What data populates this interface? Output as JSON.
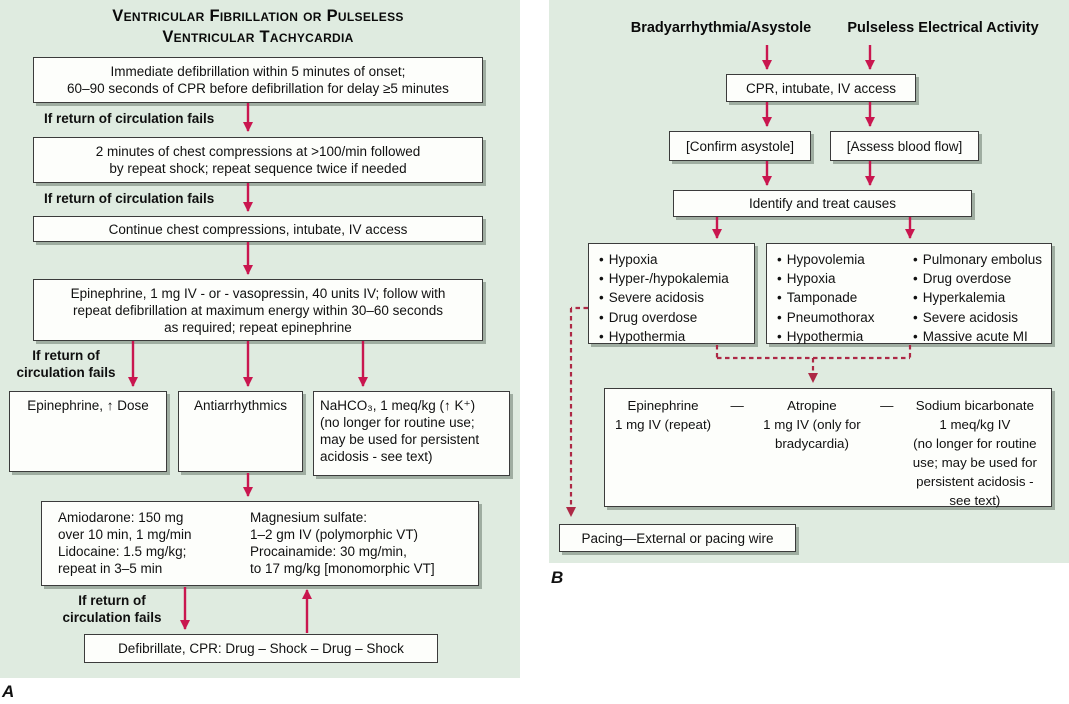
{
  "figure": {
    "panel_a_label": "A",
    "panel_b_label": "B"
  },
  "colors": {
    "panel_background": "#dfebe0",
    "box_background": "#fdfefb",
    "box_border": "#3b3b3b",
    "solid_arrow": "#c9164f",
    "dashed_arrow": "#ad2946",
    "text": "#111111"
  },
  "panel_a": {
    "title": "Ventricular Fibrillation or Pulseless\nVentricular Tachycardia",
    "steps": {
      "immediate_defib": "Immediate defibrillation within 5 minutes of onset;\n60–90 seconds of CPR before defibrillation for delay ≥5 minutes",
      "chest_compressions": "2 minutes of chest compressions at >100/min followed\nby repeat shock; repeat sequence twice if needed",
      "continue_compressions": "Continue chest compressions, intubate, IV access",
      "epinephrine_vasopressin": "Epinephrine, 1 mg IV - or - vasopressin, 40 units IV; follow with\nrepeat defibrillation at maximum energy within 30–60 seconds\nas required; repeat epinephrine",
      "epinephrine_dose": "Epinephrine, ↑ Dose",
      "antiarrhythmics": "Antiarrhythmics",
      "nahco3": "NaHCO₃, 1 meq/kg (↑ K⁺)\n(no longer for routine use;\nmay be used for persistent\nacidosis - see text)",
      "antiarrhythmic_left": "Amiodarone: 150 mg\nover 10 min, 1 mg/min\nLidocaine: 1.5 mg/kg;\nrepeat in 3–5 min",
      "antiarrhythmic_right": "Magnesium sulfate:\n1–2 gm IV (polymorphic VT)\nProcainamide: 30 mg/min,\nto 17 mg/kg [monomorphic VT]",
      "defibrillate_cpr": "Defibrillate, CPR:  Drug – Shock – Drug – Shock"
    },
    "labels": {
      "fail_1": "If return of circulation fails",
      "fail_2": "If return of circulation fails",
      "fail_3": "If return of\ncirculation fails",
      "fail_4": "If return of\ncirculation fails"
    }
  },
  "panel_b": {
    "bullet_char": "•",
    "headers": {
      "left": "Bradyarrhythmia/Asystole",
      "right": "Pulseless Electrical Activity"
    },
    "steps": {
      "cpr": "CPR, intubate, IV access",
      "confirm_asystole": "[Confirm asystole]",
      "assess_blood_flow": "[Assess blood flow]",
      "identify_causes": "Identify and treat causes",
      "pacing": "Pacing—External or pacing wire"
    },
    "causes_left": {
      "items": [
        "Hypoxia",
        "Hyper-/hypokalemia",
        "Severe acidosis",
        "Drug overdose",
        "Hypothermia"
      ]
    },
    "causes_right": {
      "col1": [
        "Hypovolemia",
        "Hypoxia",
        "Tamponade",
        "Pneumothorax",
        "Hypothermia"
      ],
      "col2": [
        "Pulmonary embolus",
        "Drug overdose",
        "Hyperkalemia",
        "Severe acidosis",
        "Massive acute MI"
      ]
    },
    "drugs": {
      "col1": "Epinephrine\n1 mg IV (repeat)",
      "dash1": "—",
      "col2": "Atropine\n1 mg IV (only for\nbradycardia)",
      "dash2": "—",
      "col3": "Sodium bicarbonate\n1 meq/kg IV\n(no longer for routine\nuse; may be used for\npersistent acidosis -\nsee text)"
    }
  }
}
